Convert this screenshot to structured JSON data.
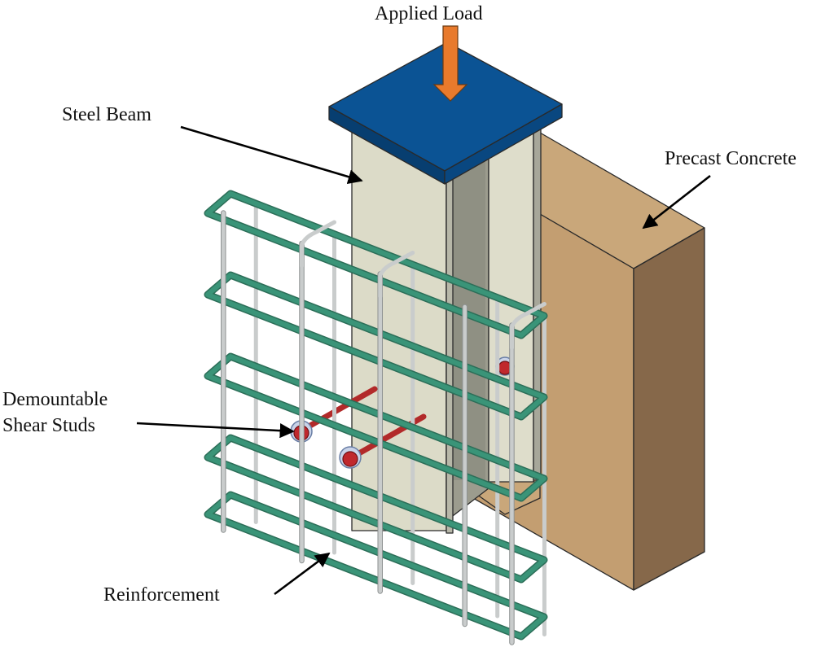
{
  "figure": {
    "type": "isometric-assembly-diagram",
    "labels": {
      "applied_load": "Applied Load",
      "steel_beam": "Steel Beam",
      "precast_concrete": "Precast Concrete",
      "shear_studs_line1": "Demountable",
      "shear_studs_line2": "Shear Studs",
      "reinforcement": "Reinforcement"
    },
    "components": [
      {
        "name": "Applied Load",
        "kind": "arrow",
        "color": "#E87A2C"
      },
      {
        "name": "Loading Plate",
        "kind": "plate",
        "color": "#0B5394"
      },
      {
        "name": "Steel Beam",
        "kind": "steel-section",
        "color": "#DCDBC8"
      },
      {
        "name": "Precast Concrete",
        "kind": "block",
        "color": "#C4A074"
      },
      {
        "name": "Demountable Shear Studs",
        "kind": "bolt",
        "color": "#C0282D",
        "count": 3
      },
      {
        "name": "Reinforcement",
        "kind": "rebar-cage",
        "ties_color": "#3A9478",
        "bars_color": "#C9CCCC"
      }
    ]
  }
}
